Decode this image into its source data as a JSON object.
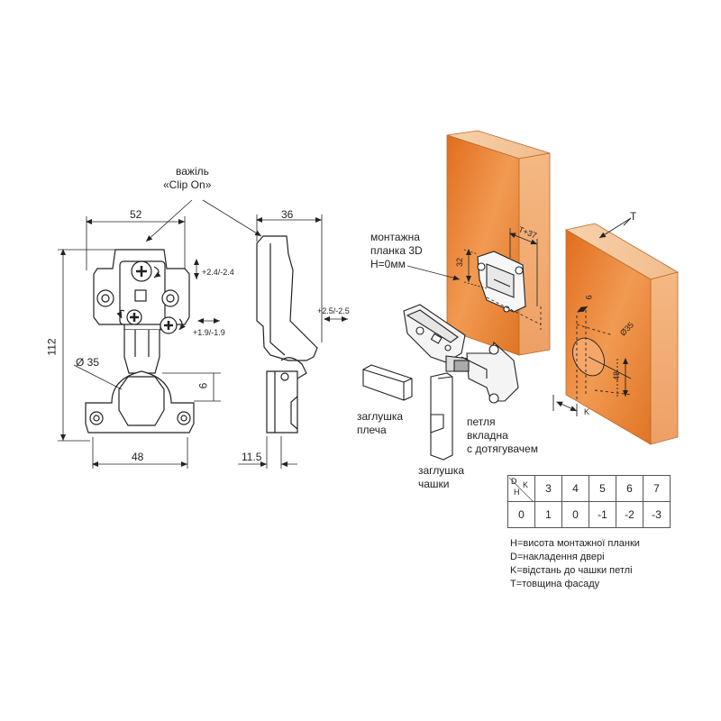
{
  "labels": {
    "lever": "важіль",
    "clip_on": "«Clip On»",
    "mounting_plate_1": "монтажна",
    "mounting_plate_2": "планка 3D",
    "mounting_plate_3": "H=0мм",
    "arm_cap_1": "заглушка",
    "arm_cap_2": "плеча",
    "cup_cap_1": "заглушка",
    "cup_cap_2": "чашки",
    "hinge_1": "петля",
    "hinge_2": "вкладна",
    "hinge_3": "с дотягувачем",
    "t_label": "T"
  },
  "dimensions": {
    "width_52": "52",
    "width_36": "36",
    "height_112": "112",
    "diameter_35": "Ø 35",
    "width_48": "48",
    "dim_6": "6",
    "dim_11_5": "11.5",
    "adj_vertical": "+2.4/-2.4",
    "adj_side": "+1.9/-1.9",
    "adj_depth": "+2.5/-2.5",
    "plate_t37": "T+37",
    "plate_32": "32",
    "door_6": "6",
    "door_d35": "Ø35",
    "door_48": "48",
    "door_k": "K"
  },
  "table": {
    "header_d": "D",
    "header_h": "H",
    "header_k": "K",
    "k_values": [
      "3",
      "4",
      "5",
      "6",
      "7"
    ],
    "h_value": "0",
    "d_values": [
      "1",
      "0",
      "-1",
      "-2",
      "-3"
    ]
  },
  "legend": [
    "H=висота монтажної планки",
    "D=накладення двері",
    "K=відстань до чашки петлі",
    "T=товщина фасаду"
  ],
  "colors": {
    "wood_front": "#e07a2c",
    "wood_top": "#f4c9a0",
    "wood_side": "#f0a868",
    "line": "#222222"
  }
}
